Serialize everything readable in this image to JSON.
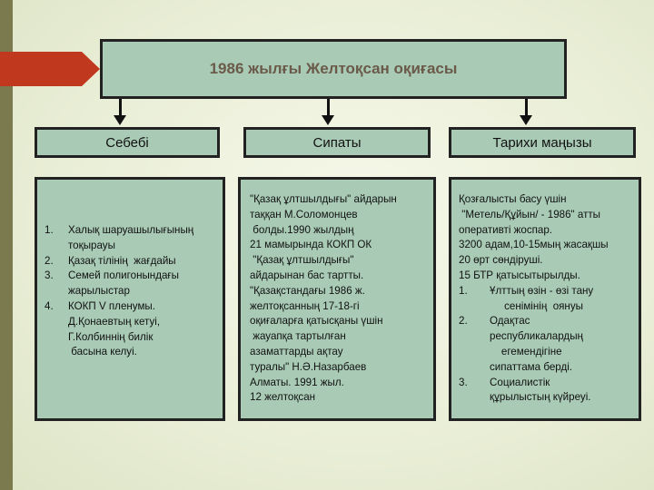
{
  "title": "1986 жылғы Желтоқсан оқиғасы",
  "columns": [
    {
      "heading": "Себебі",
      "items": [
        {
          "num": "1.",
          "lines": [
            "Халық шаруашылығының",
            "тоқырауы"
          ]
        },
        {
          "num": "2.",
          "lines": [
            "Қазақ тілінің  жағдайы"
          ]
        },
        {
          "num": "3.",
          "lines": [
            "Семей полигонындағы",
            "жарылыстар"
          ]
        },
        {
          "num": "4.",
          "lines": [
            "КОКП V пленумы.",
            "Д.Қонаевтың кетуі,",
            "Г.Колбиннің билік",
            " басына келуі."
          ]
        }
      ]
    },
    {
      "heading": "Сипаты",
      "lines": [
        "\"Қазақ ұлтшылдығы\" айдарын",
        "таққан М.Соломонцев",
        " болды.1990 жылдың",
        "21 мамырында КОКП ОК",
        " \"Қазақ ұлтшылдығы\"",
        "айдарынан бас тартты.",
        "\"Қазақстандағы 1986 ж.",
        "желтоқсанның 17-18-гі",
        "оқиғаларға қатысқаны үшін",
        " жауапқа тартылған",
        "азаматтарды ақтау",
        "туралы\" Н.Ә.Назарбаев",
        "Алматы. 1991 жыл.",
        "12 желтоқсан"
      ]
    },
    {
      "heading": "Тарихи маңызы",
      "lines": [
        "Қозғалысты басу үшін",
        " \"Метель/Құйын/ - 1986\" атты",
        "оперативті жоспар.",
        "3200 адам,10-15мың жасақшы",
        "20 өрт сөндіруші.",
        "15 БТР қатысытырылды."
      ],
      "items": [
        {
          "num": "1.",
          "lines": [
            "Ұлттың өзін - өзі тану",
            "     сенімінің  оянуы"
          ]
        },
        {
          "num": "2.",
          "lines": [
            "Одақтас",
            "республикалардың",
            "    егемендігіне",
            "сипаттама берді."
          ]
        },
        {
          "num": "3.",
          "lines": [
            "Социалистік",
            "құрылыстың күйреуі."
          ]
        }
      ]
    }
  ],
  "colors": {
    "box_fill": "#a9cbb5",
    "border": "#222222",
    "title_text": "#6b5a4a",
    "accent_tab": "#c0391e",
    "left_bar": "#7a7a4e"
  }
}
